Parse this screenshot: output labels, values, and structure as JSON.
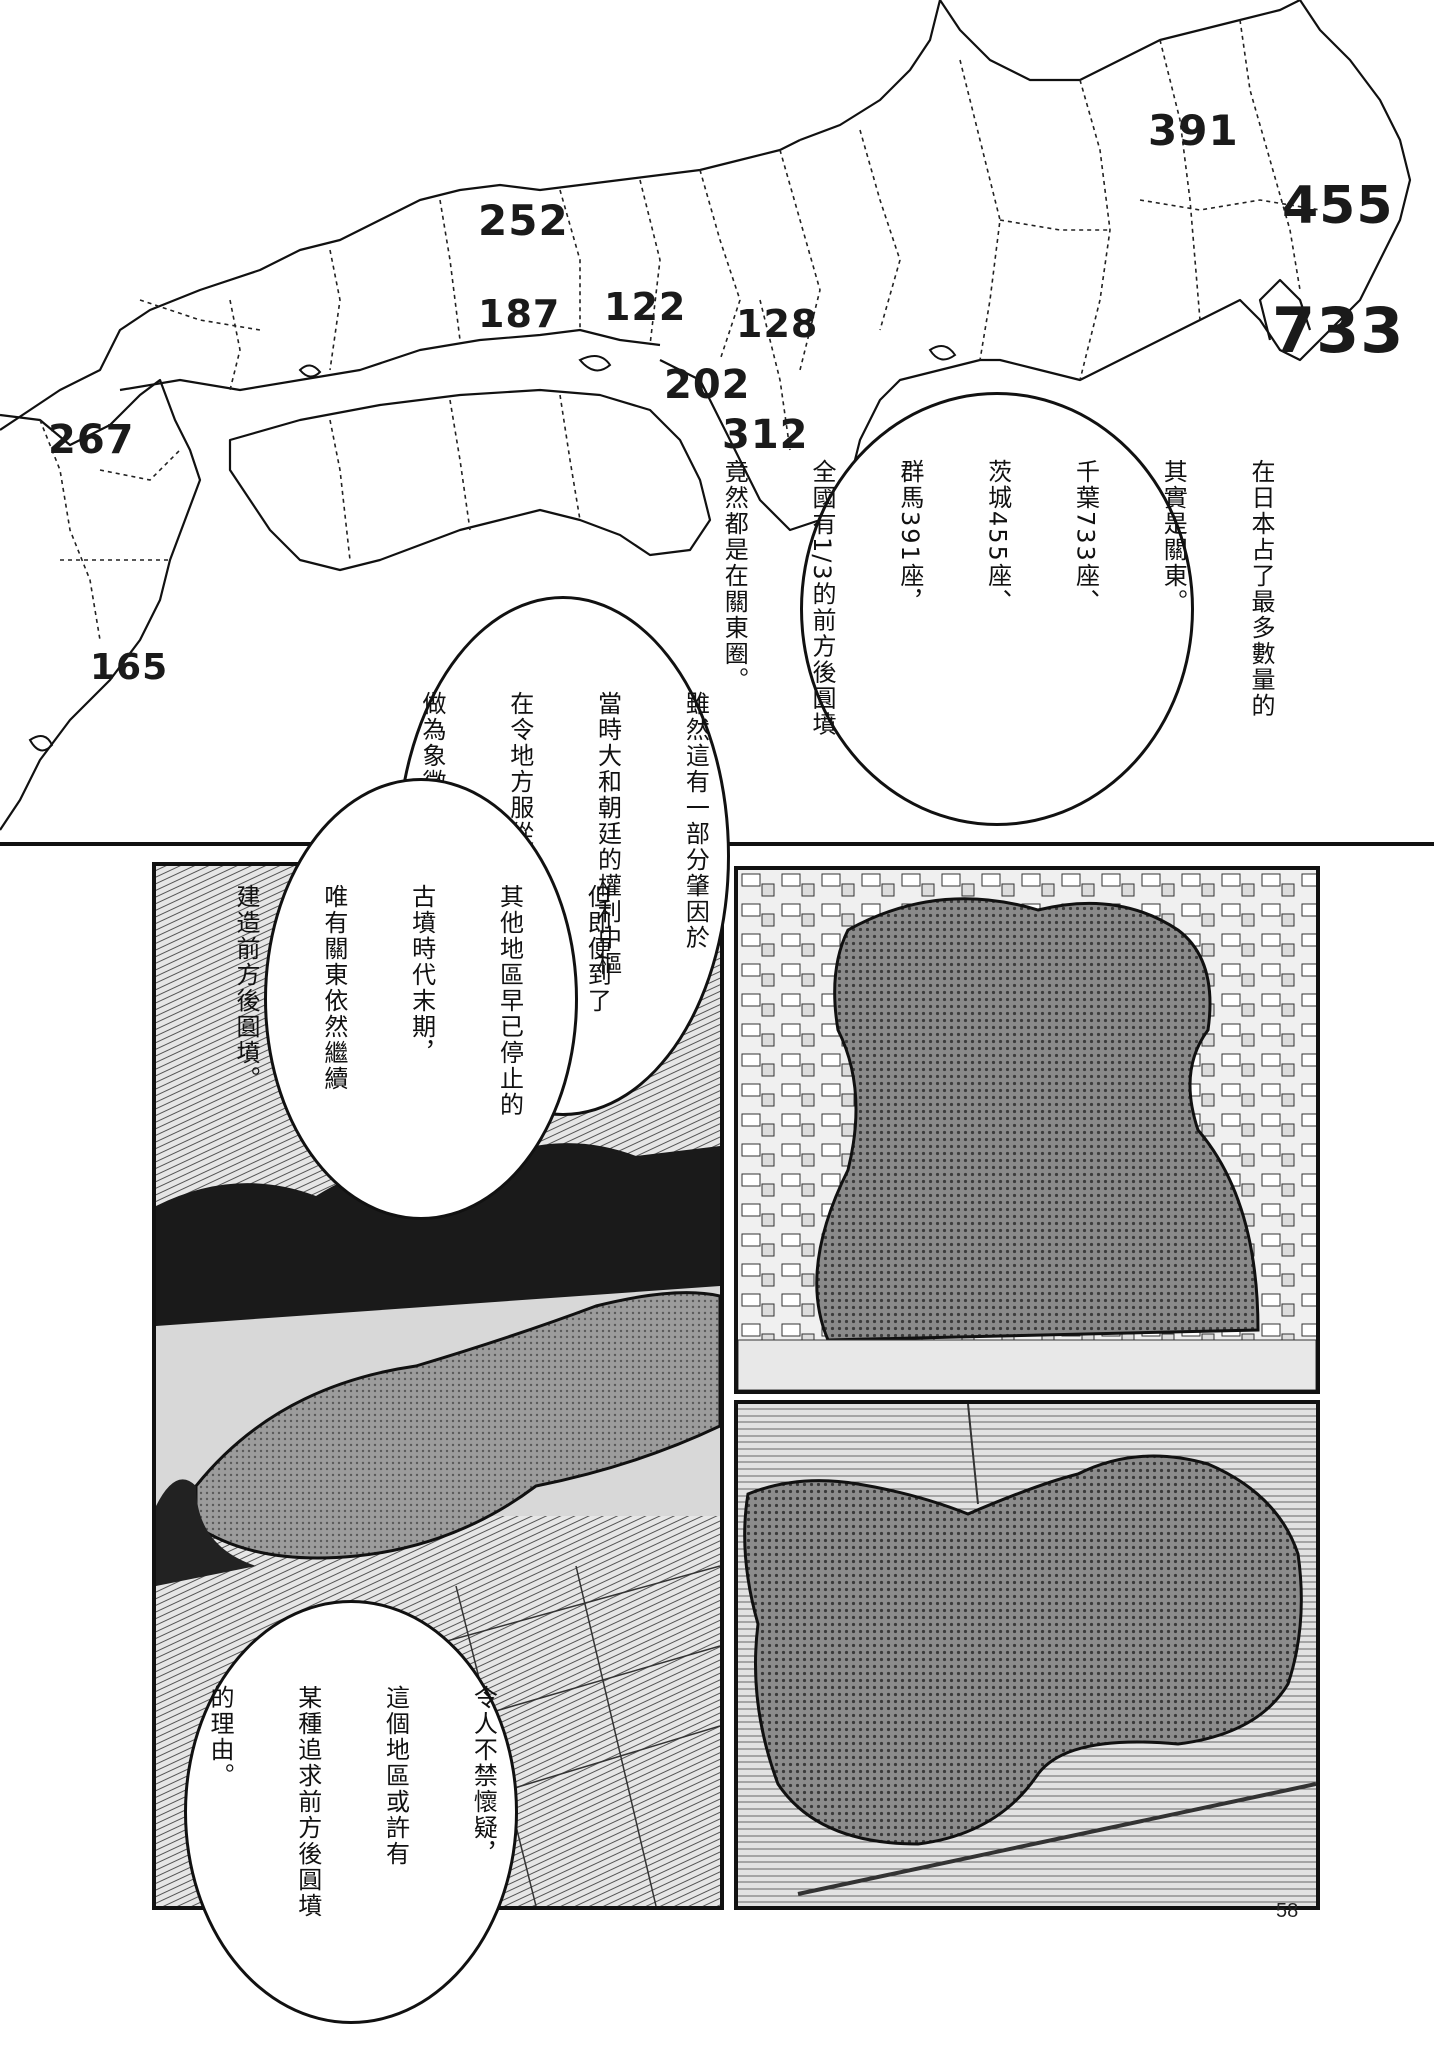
{
  "map": {
    "counts": [
      {
        "id": "kyushu-north",
        "label": "267"
      },
      {
        "id": "kyushu-south",
        "label": "165"
      },
      {
        "id": "san-in",
        "label": "252"
      },
      {
        "id": "okayama",
        "label": "187"
      },
      {
        "id": "hyogo",
        "label": "122"
      },
      {
        "id": "kinki-north",
        "label": "128"
      },
      {
        "id": "osaka",
        "label": "202"
      },
      {
        "id": "nara",
        "label": "312"
      },
      {
        "id": "gunma",
        "label": "391"
      },
      {
        "id": "ibaraki",
        "label": "455"
      },
      {
        "id": "chiba",
        "label": "733"
      }
    ]
  },
  "bubbles": {
    "kanto": {
      "lines": [
        "在日本占了最多數量的",
        "其實是關東。",
        "千葉733座、",
        "茨城455座、",
        "群馬391座，",
        "全國有1/3的前方後圓墳",
        "竟然都是在關東圈。"
      ]
    },
    "yamato": {
      "lines": [
        "雖然這有一部分肇因於",
        "當時大和朝廷的權利中樞",
        "在令地方服從時，",
        "做為象徵所推動的風格……"
      ]
    },
    "late-period": {
      "lines": [
        "但即便到了",
        "其他地區早已停止的",
        "古墳時代末期，",
        "唯有關東依然繼續",
        "建造前方後圓墳。"
      ]
    },
    "reason": {
      "lines": [
        "令人不禁懷疑，",
        "這個地區或許有",
        "某種追求前方後圓墳",
        "的理由。"
      ]
    }
  },
  "page_number": "58"
}
